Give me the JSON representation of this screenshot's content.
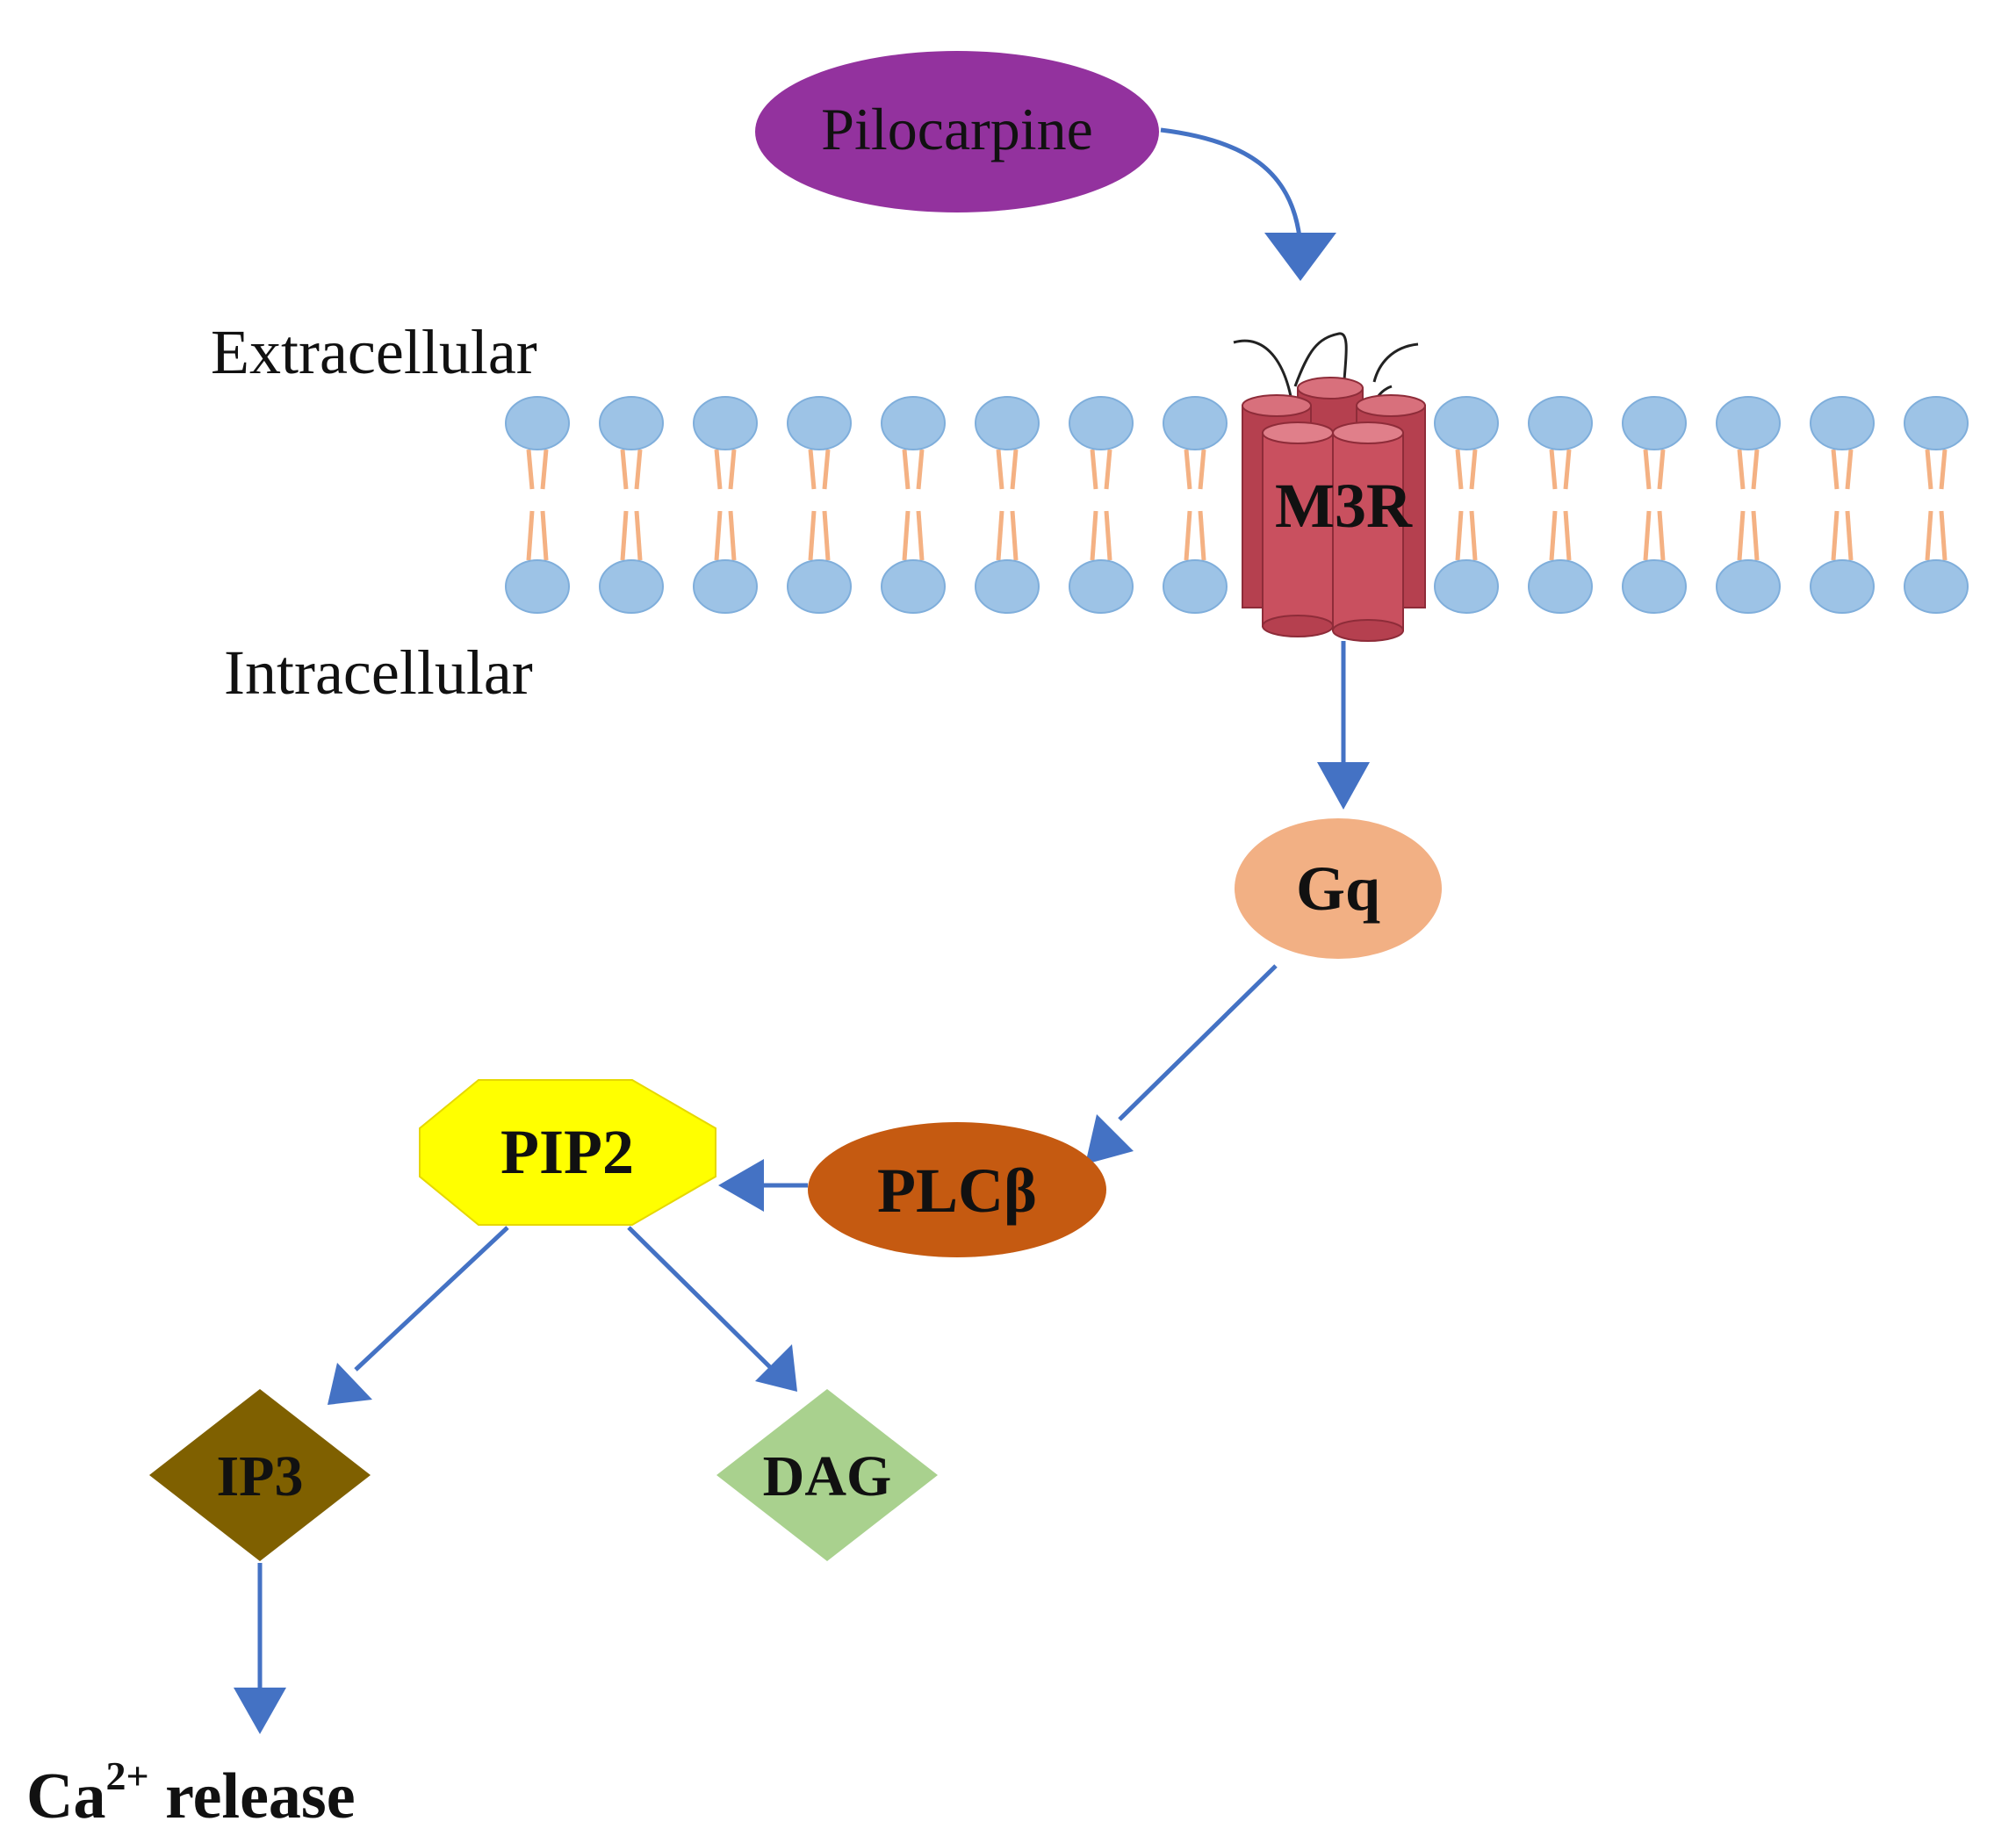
{
  "labels": {
    "extracellular": "Extracellular",
    "intracellular": "Intracellular"
  },
  "nodes": {
    "pilocarpine": {
      "label": "Pilocarpine",
      "color": "#93329e"
    },
    "m3r": {
      "label": "M3R",
      "color": "#c9505f"
    },
    "gq": {
      "label": "Gq",
      "color": "#f2b084"
    },
    "plcb": {
      "label": "PLCβ",
      "color": "#c55a11"
    },
    "pip2": {
      "label": "PIP2",
      "color": "#ffff00"
    },
    "ip3": {
      "label": "IP3",
      "color": "#7f6000"
    },
    "dag": {
      "label": "DAG",
      "color": "#a9d18e"
    }
  },
  "ca_release": {
    "base": "Ca",
    "superscript": "2+",
    "rest": " release"
  },
  "colors": {
    "arrow": "#4472c4",
    "lipid_head": "#9dc3e6",
    "lipid_tail": "#f4b183"
  }
}
